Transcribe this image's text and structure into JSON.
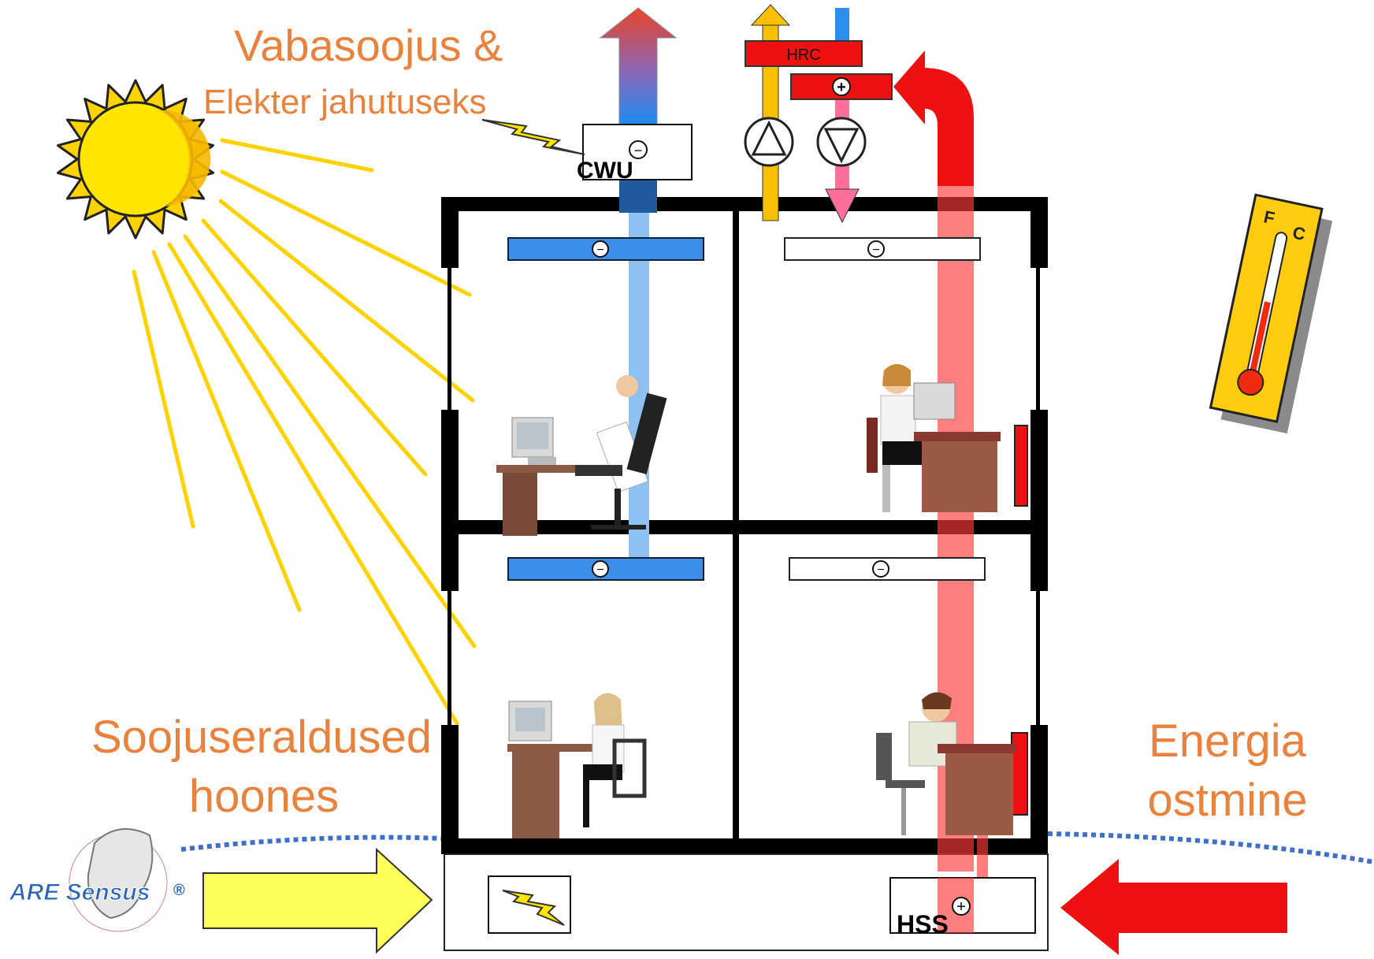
{
  "labels": {
    "free_heat_line1": "Vabasoojus &",
    "free_heat_line2": "Elekter jahutuseks",
    "internal_gains_line1": "Soojuseraldused",
    "internal_gains_line2": "hoones",
    "energy_purchase_line1": "Energia",
    "energy_purchase_line2": "ostmine"
  },
  "units": {
    "hrc": "HRC",
    "cwu": "CWU",
    "hss": "HSS",
    "minus": "−",
    "plus": "+"
  },
  "thermometer": {
    "f": "F",
    "c": "C"
  },
  "logo": {
    "text": "ARE Sensus",
    "registered": "®"
  },
  "icons": [
    "sun-icon",
    "lightning-icon",
    "thermometer-icon",
    "fan-supply-icon",
    "fan-exhaust-icon",
    "office-worker-icon"
  ],
  "colors": {
    "orange_text": "#e8823c",
    "cooling_blue": "#3d8ee8",
    "light_blue": "#8ec0f2",
    "heat_red": "#ee1111",
    "pink": "#ff6f9a",
    "sun_yellow": "#ffd200",
    "free_heat_arrow": "#ffff5a"
  }
}
